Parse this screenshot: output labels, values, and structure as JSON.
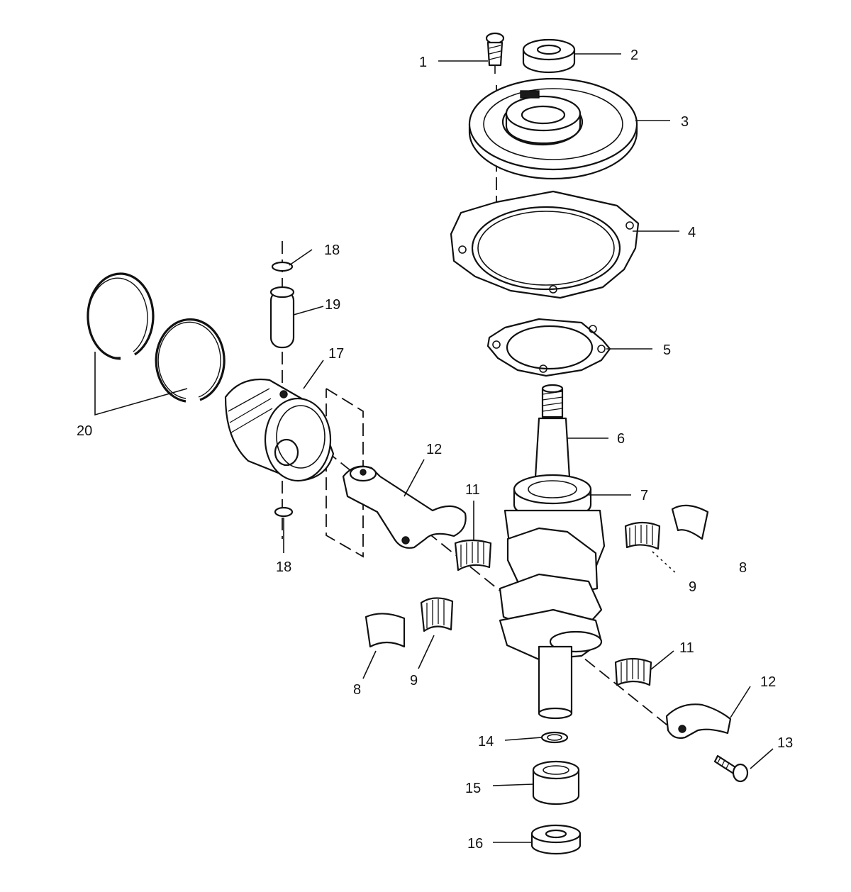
{
  "callouts": {
    "c1": "1",
    "c2": "2",
    "c3": "3",
    "c4": "4",
    "c5": "5",
    "c6": "6",
    "c7": "7",
    "c8a": "8",
    "c8b": "8",
    "c9a": "9",
    "c9b": "9",
    "c11a": "11",
    "c11b": "11",
    "c12a": "12",
    "c12b": "12",
    "c13": "13",
    "c14": "14",
    "c15": "15",
    "c16": "16",
    "c17": "17",
    "c18a": "18",
    "c18b": "18",
    "c19": "19",
    "c20": "20"
  }
}
